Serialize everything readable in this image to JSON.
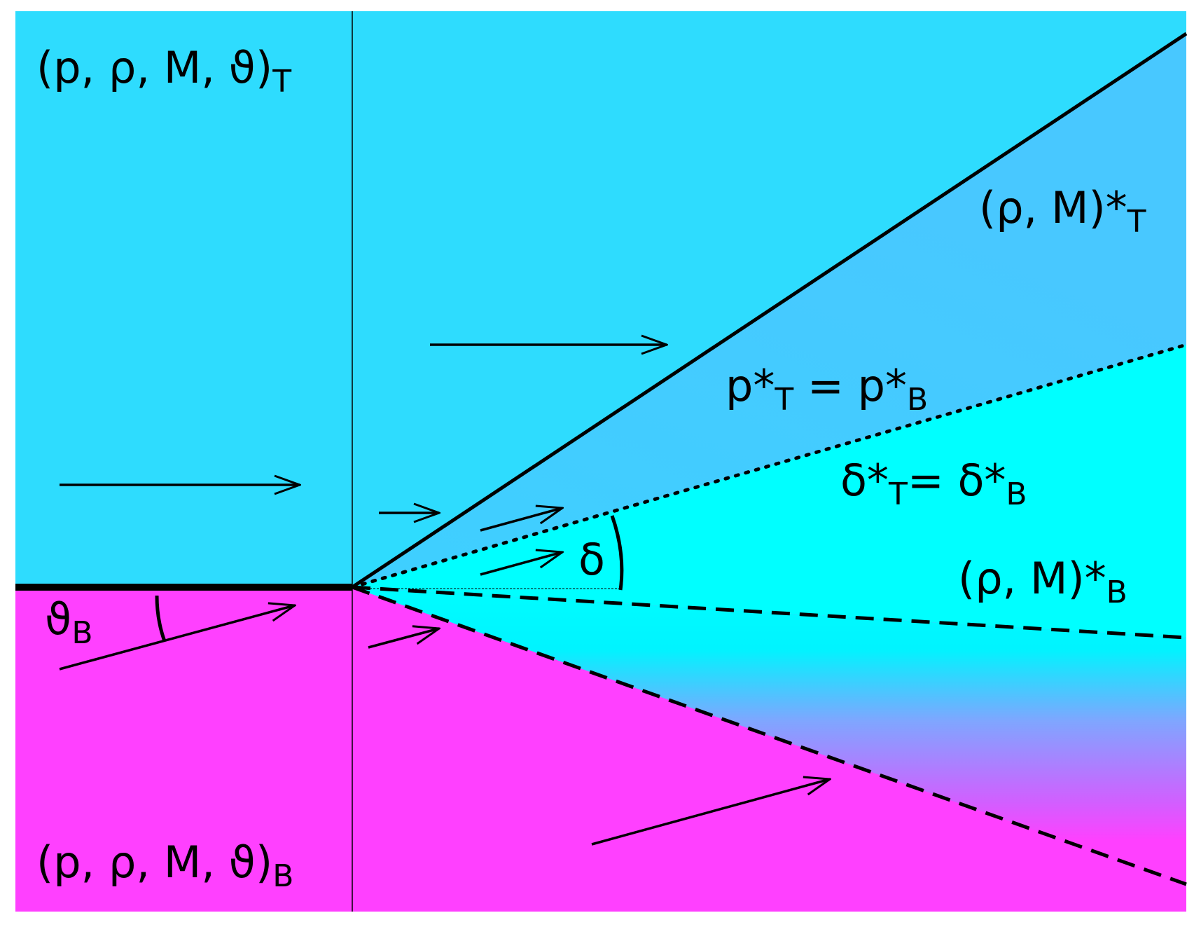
{
  "colors": {
    "top_region": "#2EDCFE",
    "bottom_region": "#FF40FF",
    "fan_top": "#44CCFF",
    "fan_mid": "#00FFFF",
    "line": "#000000"
  },
  "labels": {
    "top_state": {
      "main": "(p, ρ, M, ϑ)",
      "sub": "T"
    },
    "bottom_state": {
      "main": "(p, ρ, M, ϑ)",
      "sub": "B"
    },
    "star_top": {
      "main": "(ρ, M)*",
      "sub": "T"
    },
    "star_bottom": {
      "main": "(ρ, M)*",
      "sub": "B"
    },
    "pressure_eq": {
      "a": "p*",
      "a_sub": "T",
      "eq": " = p*",
      "b_sub": "B"
    },
    "delta_eq": {
      "a": "δ*",
      "a_sub": "T",
      "eq": "= δ*",
      "b_sub": "B"
    },
    "delta": "δ",
    "theta_b": {
      "main": "ϑ",
      "sub": "B"
    }
  },
  "line_styles": {
    "upper_wave": "solid",
    "contact": "dotted",
    "lower_waves": "dashed"
  }
}
